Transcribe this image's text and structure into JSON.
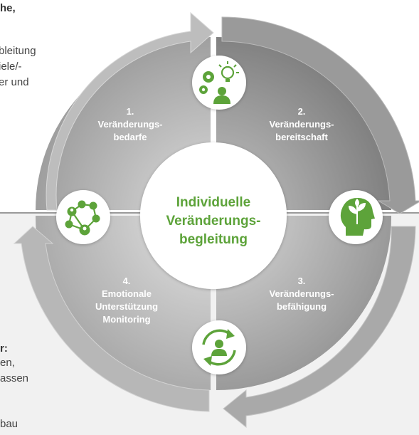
{
  "left_text": {
    "line_top": "he,",
    "lines_upper": [
      "bleitung",
      "iele/-",
      "er und"
    ],
    "heading_lower": "r:",
    "lines_lower": [
      "en,",
      "assen",
      "bau"
    ]
  },
  "center": {
    "line1": "Individuelle",
    "line2": "Veränderungs-",
    "line3": "begleitung"
  },
  "quadrants": [
    {
      "number": "1.",
      "line1": "Veränderungs-",
      "line2": "bedarfe",
      "line3": ""
    },
    {
      "number": "2.",
      "line1": "Veränderungs-",
      "line2": "bereitschaft",
      "line3": ""
    },
    {
      "number": "3.",
      "line1": "Veränderungs-",
      "line2": "befähigung",
      "line3": ""
    },
    {
      "number": "4.",
      "line1": "Emotionale",
      "line2": "Unterstützung",
      "line3": "Monitoring"
    }
  ],
  "icons": [
    "ideas-gears-person-icon",
    "head-plant-icon",
    "cycle-person-icon",
    "people-network-icon"
  ],
  "colors": {
    "accent_green": "#5da33a",
    "q1": "#a6a6a6",
    "q2": "#8c8c8c",
    "q3": "#a3a3a3",
    "q4": "#b3b3b3"
  }
}
